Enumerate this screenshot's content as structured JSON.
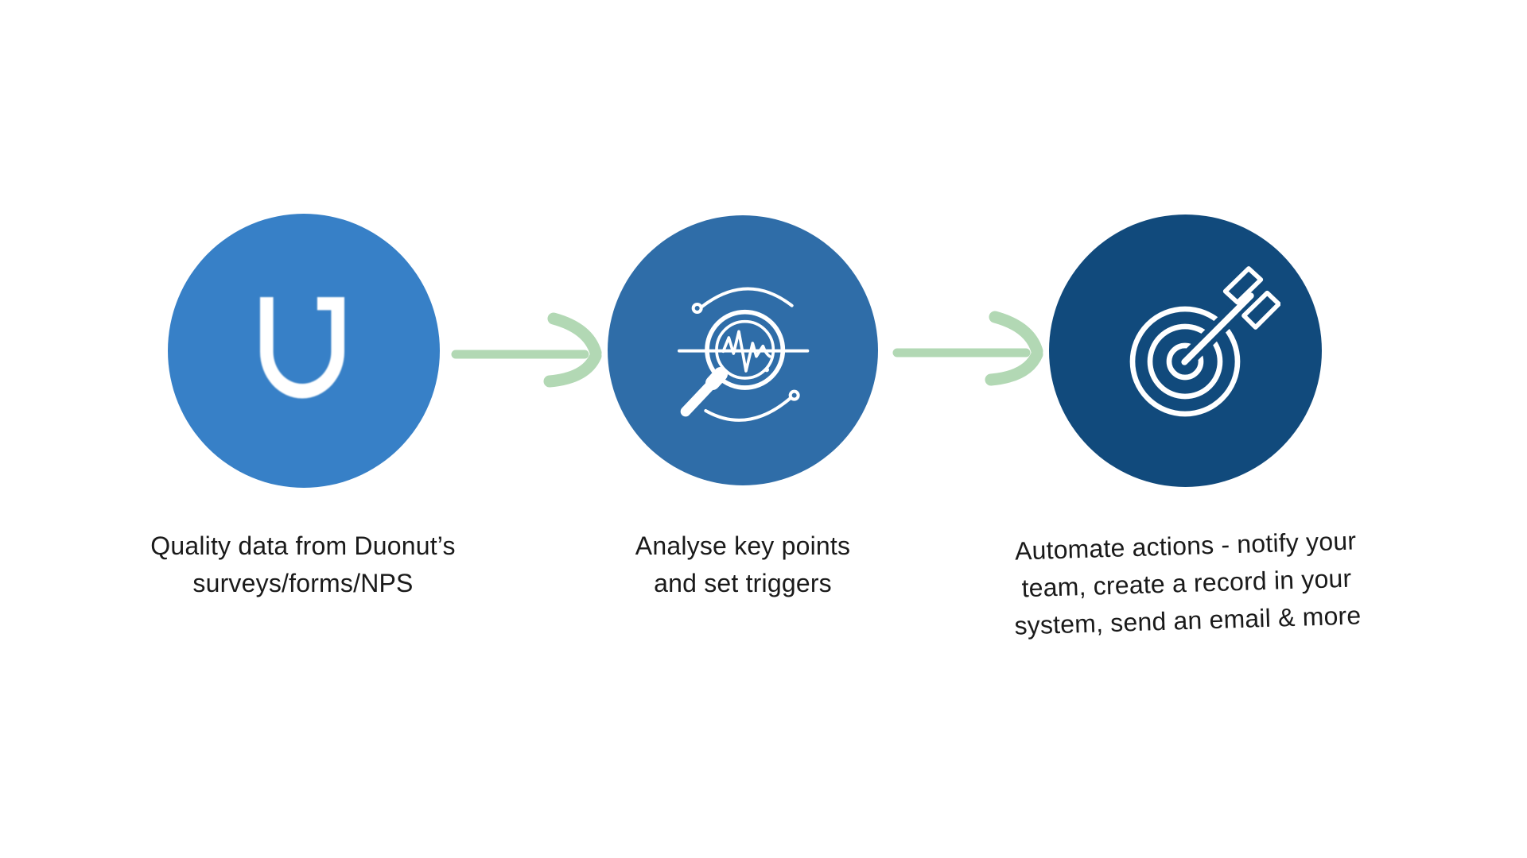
{
  "diagram": {
    "background_color": "#ffffff",
    "text_color": "#1a1a1a",
    "arrow_color": "#b2d8b4",
    "steps": [
      {
        "name": "duonut-source",
        "icon": "duonut-logo-icon",
        "circle_color": "#3780c7",
        "icon_color": "#ffffff",
        "caption_lines": [
          "Quality data from Duonut’s",
          "surveys/forms/NPS"
        ]
      },
      {
        "name": "analyse-triggers",
        "icon": "analysis-magnifier-icon",
        "circle_color": "#2f6da8",
        "icon_color": "#ffffff",
        "caption_lines": [
          "Analyse key points",
          "and set triggers"
        ]
      },
      {
        "name": "automate-actions",
        "icon": "target-dart-icon",
        "circle_color": "#114a7c",
        "icon_color": "#ffffff",
        "caption_lines": [
          "Automate actions - notify your",
          "team, create a record in your",
          "system, send an email & more"
        ]
      }
    ]
  }
}
